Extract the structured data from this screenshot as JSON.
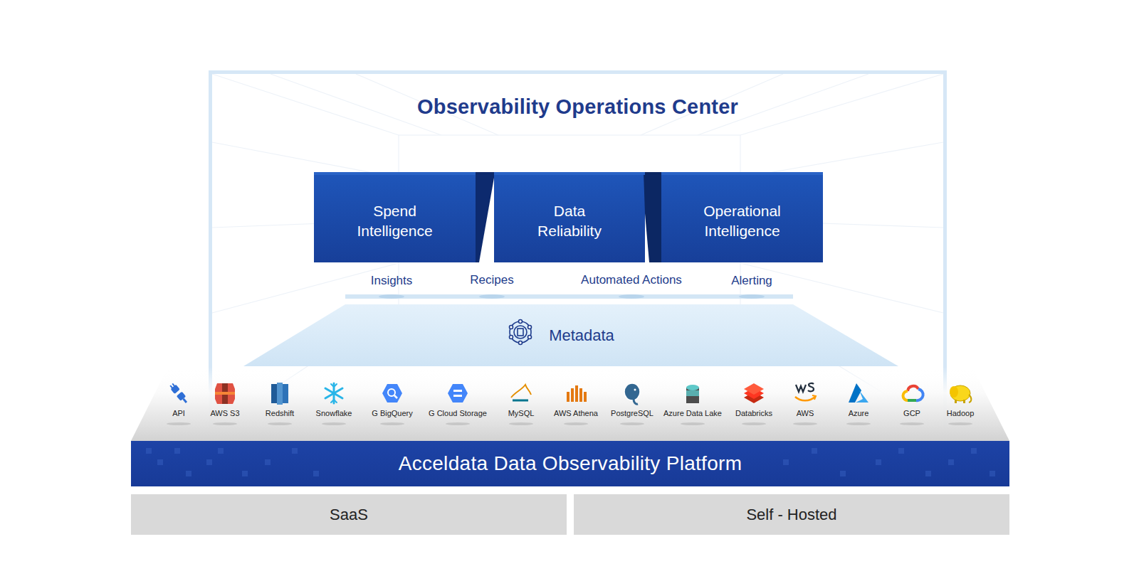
{
  "diagram": {
    "nodes": [
      {
        "text": [
          "Observability Operations Center"
        ]
      },
      {
        "text": [
          "Spend Intelligence"
        ],
        "in": 0
      },
      {
        "text": [
          "Data Reliability"
        ],
        "in": 0
      },
      {
        "text": [
          "Operational Intelligence"
        ],
        "in": 0
      },
      {
        "text": [
          "Metadata"
        ],
        "in": 0
      },
      {
        "text": [
          "Acceldata Data Observability Platform"
        ]
      },
      {
        "text": [
          "SaaS"
        ]
      },
      {
        "text": [
          "Self - Hosted"
        ]
      }
    ],
    "labels": [
      "Insights",
      "Recipes",
      "Automated Actions",
      "Alerting",
      "API",
      "AWS S3",
      "Redshift",
      "Snowflake",
      "G BigQuery",
      "G Cloud Storage",
      "MySQL",
      "AWS Athena",
      "PostgreSQL",
      "Azure Data Lake",
      "Databricks",
      "AWS",
      "Azure",
      "GCP",
      "Hadoop"
    ]
  }
}
